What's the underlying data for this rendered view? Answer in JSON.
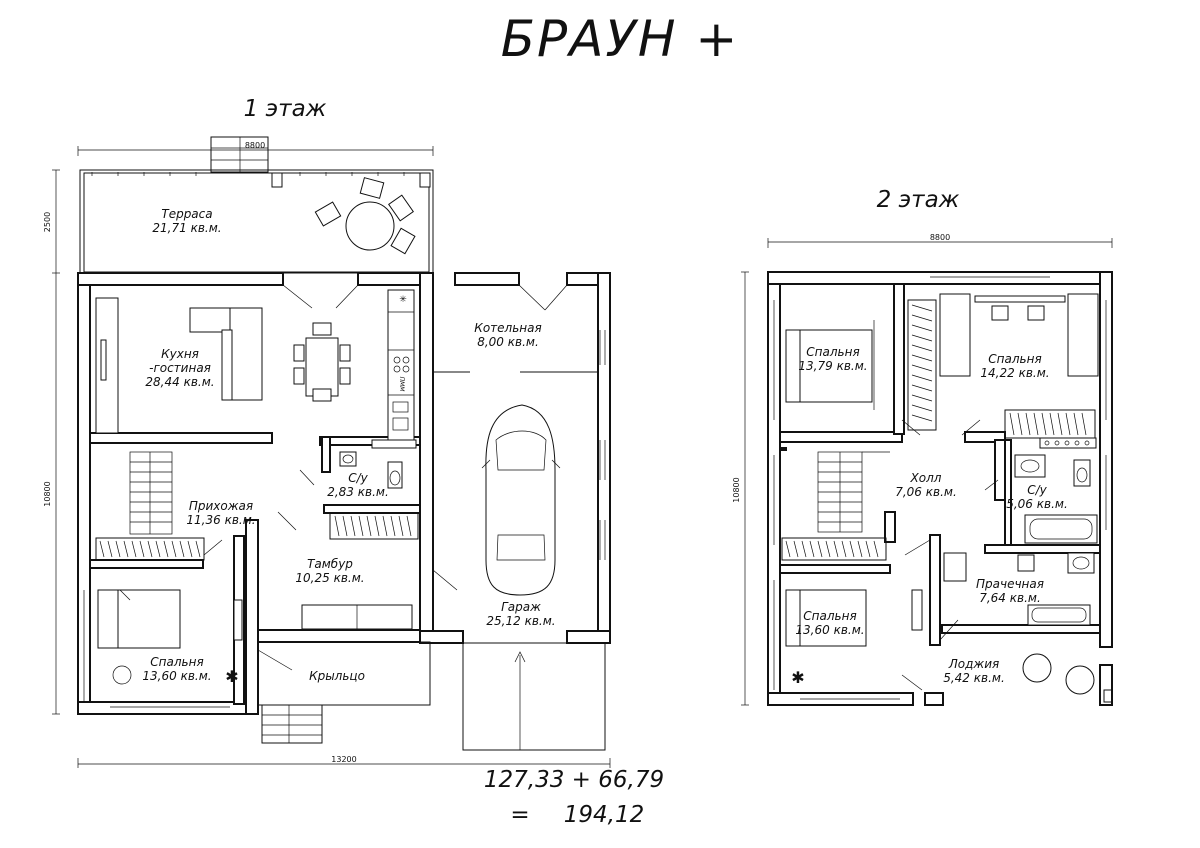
{
  "title": "БРАУН +",
  "floor1": {
    "label": "1 этаж",
    "rooms": [
      {
        "name": "Терраса",
        "area": "21,71 кв.м."
      },
      {
        "name": "Кухня\n-гостиная",
        "area": "28,44 кв.м."
      },
      {
        "name": "Котельная",
        "area": "8,00 кв.м."
      },
      {
        "name": "С/у",
        "area": "2,83 кв.м."
      },
      {
        "name": "Прихожая",
        "area": "11,36 кв.м."
      },
      {
        "name": "Тамбур",
        "area": "10,25 кв.м."
      },
      {
        "name": "Гараж",
        "area": "25,12 кв.м."
      },
      {
        "name": "Спальня",
        "area": "13,60 кв.м."
      },
      {
        "name": "Крыльцо",
        "area": ""
      }
    ],
    "dims": {
      "top": "8800",
      "side_top": "2500",
      "side": "10800",
      "bottom": "13200"
    },
    "appliance_label": "ПММ"
  },
  "floor2": {
    "label": "2 этаж",
    "rooms": [
      {
        "name": "Спальня",
        "area": "13,79 кв.м."
      },
      {
        "name": "Спальня",
        "area": "14,22 кв.м."
      },
      {
        "name": "Холл",
        "area": "7,06 кв.м."
      },
      {
        "name": "С/у",
        "area": "5,06 кв.м."
      },
      {
        "name": "Прачечная",
        "area": "7,64 кв.м."
      },
      {
        "name": "Спальня",
        "area": "13,60 кв.м."
      },
      {
        "name": "Лоджия",
        "area": "5,42 кв.м."
      }
    ],
    "dims": {
      "top": "8800",
      "side": "10800"
    }
  },
  "totals": {
    "line1": "127,33 + 66,79",
    "eq": "=",
    "sum": "194,12"
  }
}
